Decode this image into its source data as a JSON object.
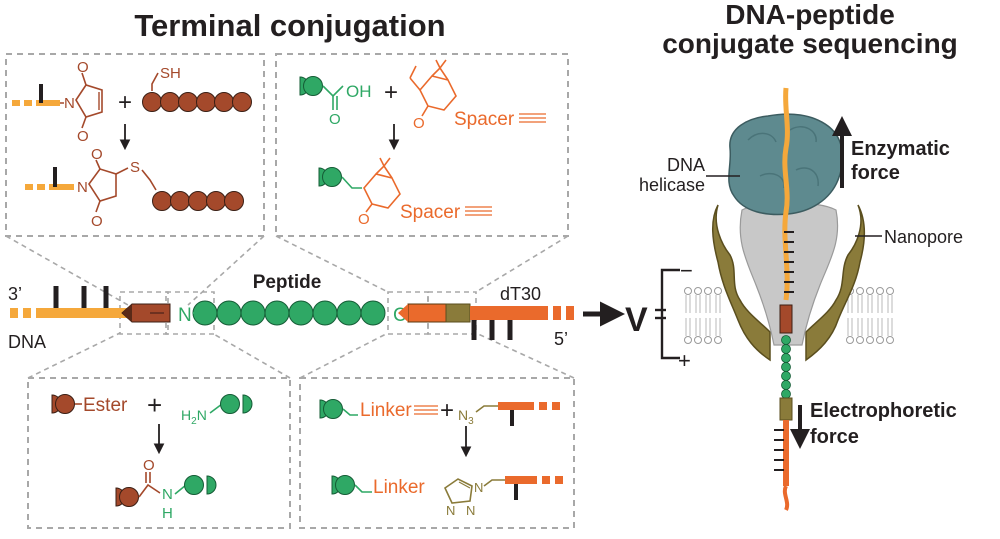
{
  "titles": {
    "left": "Terminal conjugation",
    "right_line1": "DNA-peptide",
    "right_line2": "conjugate sequencing"
  },
  "strand": {
    "left_end": "3’",
    "left_label": "DNA",
    "peptide_label": "Peptide",
    "n_term": "N",
    "c_term": "C",
    "tail_label": "dT30",
    "right_end": "5’"
  },
  "chemistry": {
    "sh": "SH",
    "n": "N",
    "o": "O",
    "s": "S",
    "oh": "OH",
    "spacer": "Spacer",
    "ester": "Ester",
    "amine_h": "H",
    "amine_sub": "2",
    "amine_n": "N",
    "nh_n": "N",
    "nh_h": "H",
    "linker": "Linker",
    "azide": "N",
    "azide_sub": "3",
    "plus": "+"
  },
  "sequencing": {
    "voltage": "V",
    "minus": "−",
    "plus": "+",
    "helicase_line1": "DNA",
    "helicase_line2": "helicase",
    "nanopore": "Nanopore",
    "enzymatic_line1": "Enzymatic",
    "enzymatic_line2": "force",
    "electro_line1": "Electrophoretic",
    "electro_line2": "force"
  },
  "colors": {
    "dna": "#f5a83b",
    "peptide": "#2fa865",
    "brown": "#a4492b",
    "orange": "#ea6a2c",
    "olive": "#8a7b3a",
    "helicase": "#5e8a8f",
    "pore_gray": "#c8c8c8",
    "membrane": "#b8b8b8",
    "dashed": "#a8a8a8",
    "text": "#231f20"
  }
}
